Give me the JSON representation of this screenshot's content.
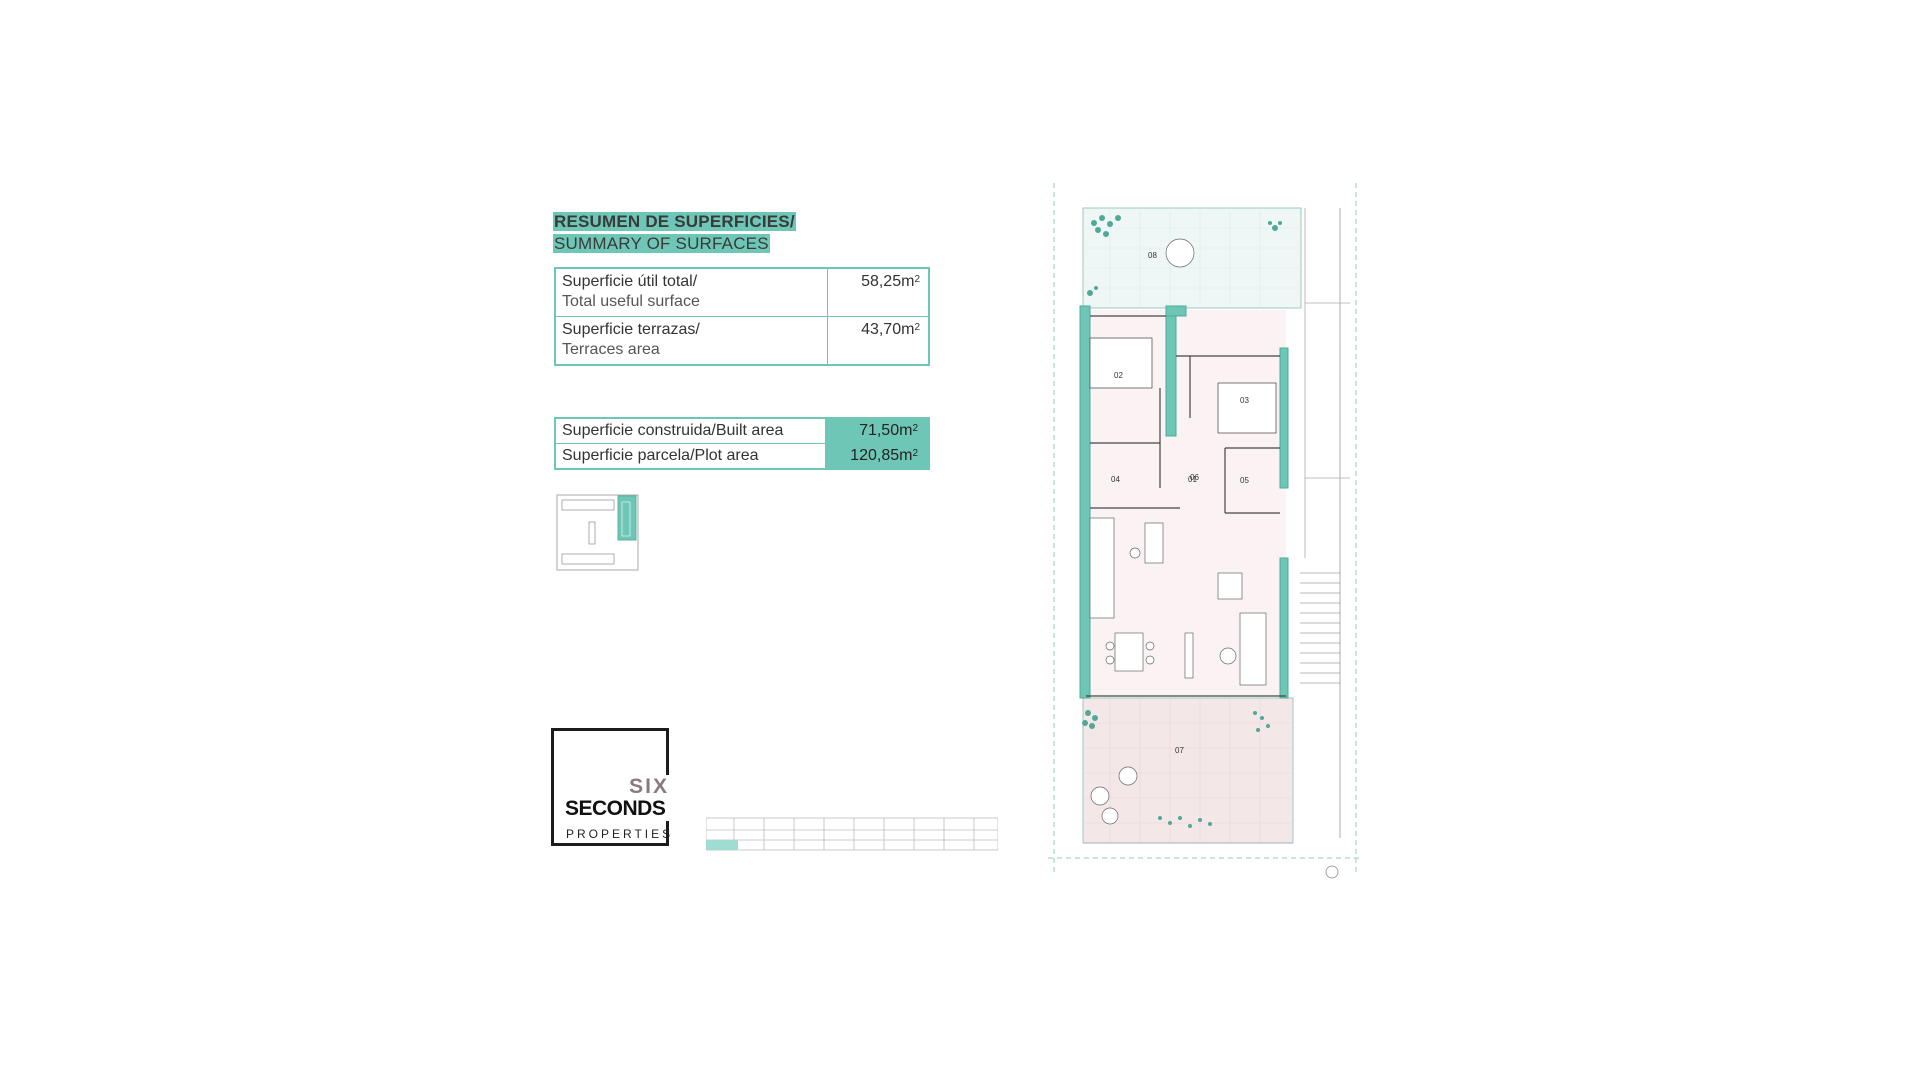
{
  "summary": {
    "title_es": "RESUMEN DE SUPERFICIES/",
    "title_en": "SUMMARY OF SURFACES",
    "rows": [
      {
        "label_es": "Superficie útil total/",
        "label_en": "Total useful surface",
        "value": "58,25m",
        "unit_sup": "2"
      },
      {
        "label_es": "Superficie terrazas/",
        "label_en": "Terraces area",
        "value": "43,70m",
        "unit_sup": "2"
      }
    ],
    "rows2": [
      {
        "label": "Superficie construida/Built area",
        "value": "71,50m",
        "unit_sup": "2"
      },
      {
        "label": "Superficie parcela/Plot area",
        "value": "120,85m",
        "unit_sup": "2"
      }
    ]
  },
  "logo": {
    "line1": "SIX",
    "line2": "SECONDS",
    "line3": "PROPERTIES"
  },
  "plan": {
    "rooms": [
      "01",
      "02",
      "03",
      "04",
      "05",
      "06",
      "07",
      "08"
    ],
    "accent_color": "#6ec7b6",
    "wall_color": "#6ec7b6",
    "line_color": "#8fcfc3"
  }
}
